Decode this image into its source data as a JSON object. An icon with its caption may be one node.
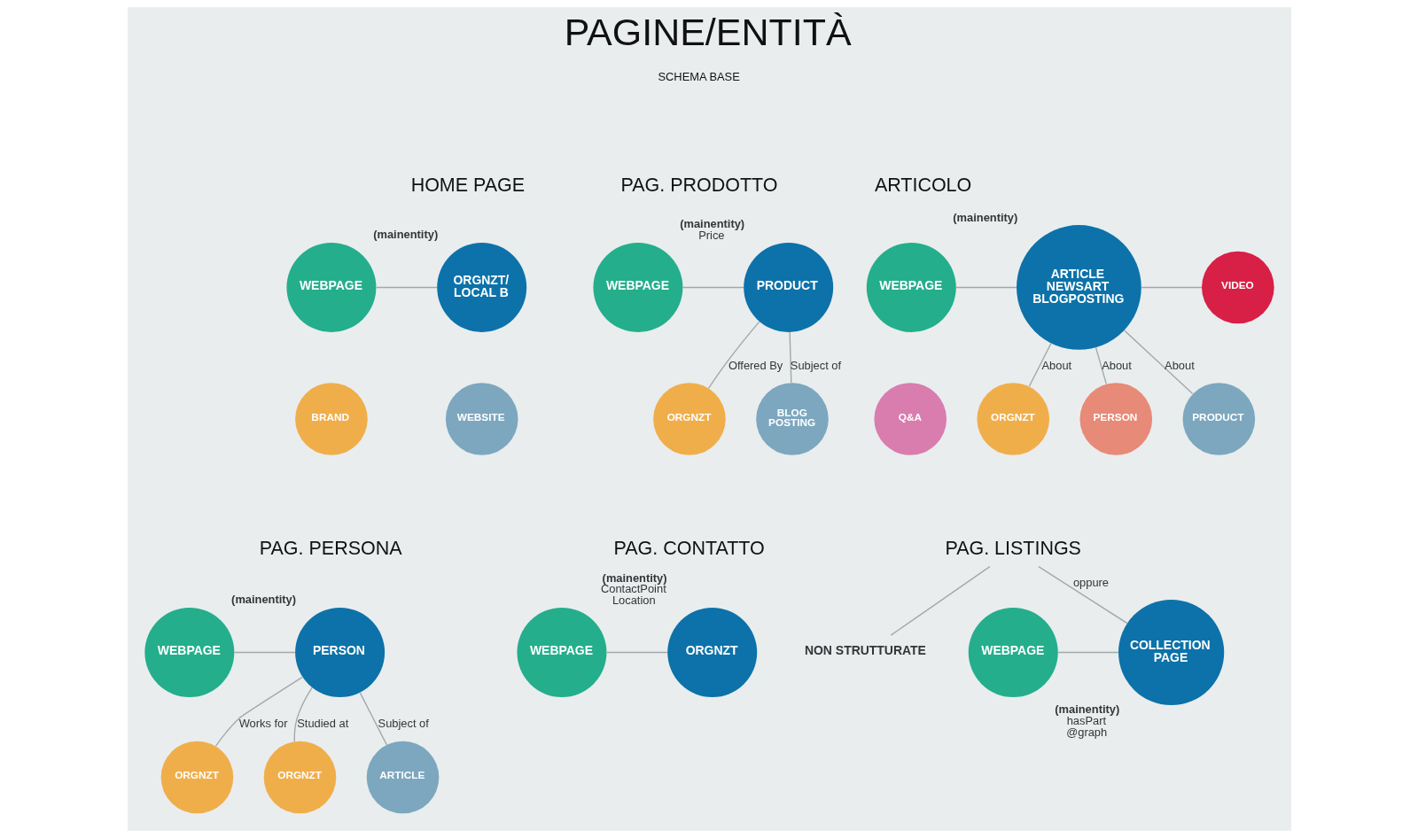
{
  "diagram": {
    "title": "PAGINE/ENTITÀ",
    "nodes": [
      {
        "text": [
          "WEBPAGE"
        ]
      },
      {
        "text": [
          "ORGNZT/ LOCAL B"
        ],
        "beside": [
          "(mainentity)"
        ]
      },
      {
        "text": [
          "BRAND"
        ]
      },
      {
        "text": [
          "WEBSITE"
        ]
      },
      {
        "text": [
          "WEBPAGE"
        ]
      },
      {
        "text": [
          "PRODUCT"
        ],
        "beside": [
          "(mainentity)",
          "Price"
        ]
      },
      {
        "text": [
          "ORGNZT"
        ]
      },
      {
        "text": [
          "BLOG POSTING"
        ]
      },
      {
        "text": [
          "WEBPAGE"
        ]
      },
      {
        "text": [
          "ARTICLE NEWSART BLOGPOSTING"
        ],
        "beside": [
          "(mainentity)"
        ]
      },
      {
        "text": [
          "VIDEO"
        ]
      },
      {
        "text": [
          "Q&A"
        ]
      },
      {
        "text": [
          "ORGNZT"
        ]
      },
      {
        "text": [
          "PERSON"
        ]
      },
      {
        "text": [
          "PRODUCT"
        ]
      },
      {
        "text": [
          "WEBPAGE"
        ]
      },
      {
        "text": [
          "PERSON"
        ],
        "beside": [
          "(mainentity)"
        ]
      },
      {
        "text": [
          "ORGNZT"
        ]
      },
      {
        "text": [
          "ORGNZT"
        ]
      },
      {
        "text": [
          "ARTICLE"
        ]
      },
      {
        "text": [
          "WEBPAGE"
        ]
      },
      {
        "text": [
          "ORGNZT"
        ],
        "beside": [
          "(mainentity)",
          "ContactPoint",
          "Location"
        ]
      },
      {
        "text": [
          "PAG. LISTINGS"
        ]
      },
      {
        "text": [
          "NON STRUTTURATE"
        ]
      },
      {
        "text": [
          "WEBPAGE"
        ]
      },
      {
        "text": [
          "COLLECTION PAGE"
        ],
        "beside": [
          "(mainentity)",
          "hasPart",
          "@graph"
        ]
      }
    ],
    "edges": [
      {
        "from": 0,
        "to": 1,
        "arrow": "none"
      },
      {
        "from": 4,
        "to": 5,
        "arrow": "none"
      },
      {
        "from": 5,
        "to": 6,
        "arrow": "none",
        "label": "Offered By"
      },
      {
        "from": 5,
        "to": 7,
        "arrow": "none",
        "label": "Subject of"
      },
      {
        "from": 8,
        "to": 9,
        "arrow": "none"
      },
      {
        "from": 9,
        "to": 10,
        "arrow": "none"
      },
      {
        "from": 9,
        "to": 12,
        "arrow": "none",
        "label": "About"
      },
      {
        "from": 9,
        "to": 13,
        "arrow": "none",
        "label": "About"
      },
      {
        "from": 9,
        "to": 14,
        "arrow": "none",
        "label": "About"
      },
      {
        "from": 15,
        "to": 16,
        "arrow": "none"
      },
      {
        "from": 16,
        "to": 17,
        "arrow": "none",
        "label": "Works for"
      },
      {
        "from": 16,
        "to": 18,
        "arrow": "none",
        "label": "Studied at"
      },
      {
        "from": 16,
        "to": 19,
        "arrow": "none",
        "label": "Subject of"
      },
      {
        "from": 20,
        "to": 21,
        "arrow": "none"
      },
      {
        "from": 22,
        "to": 23,
        "arrow": "none"
      },
      {
        "from": 22,
        "to": 25,
        "arrow": "none",
        "label": "oppure"
      },
      {
        "from": 24,
        "to": 25,
        "arrow": "none"
      }
    ],
    "labels": [
      "SCHEMA BASE",
      "HOME PAGE",
      "PAG. PRODOTTO",
      "ARTICOLO",
      "PAG. PERSONA",
      "PAG. CONTATTO"
    ]
  }
}
